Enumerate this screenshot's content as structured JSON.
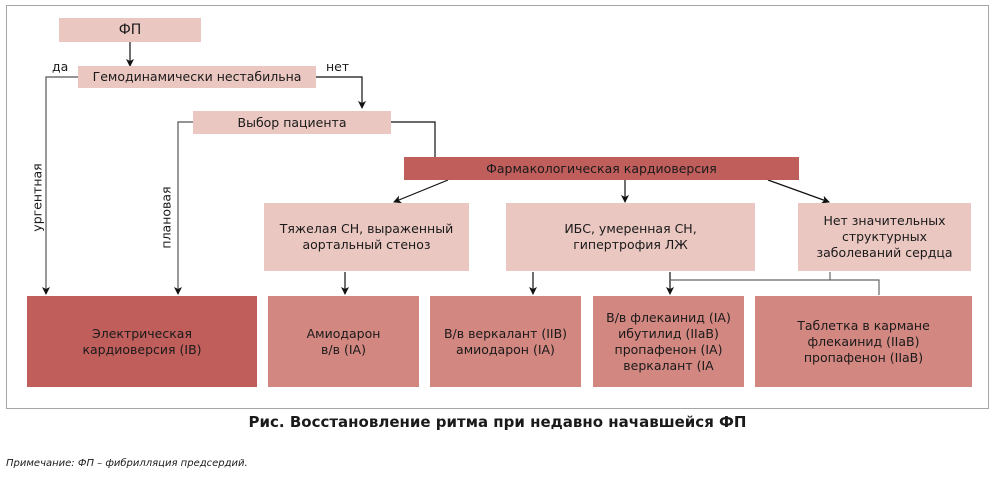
{
  "diagram": {
    "start": "ФП",
    "decision": "Гемодинамически нестабильна",
    "branch_yes": "да",
    "branch_no": "нет",
    "patient_choice": "Выбор пациента",
    "path_urgent": "ургентная",
    "path_planned": "плановая",
    "pharma": "Фармакологическая кардиоверсия",
    "conditions": [
      {
        "line1": "Тяжелая СН, выраженный",
        "line2": "аортальный стеноз",
        "line3": ""
      },
      {
        "line1": "ИБС, умеренная СН,",
        "line2": "гипертрофия ЛЖ",
        "line3": ""
      },
      {
        "line1": "Нет значительных",
        "line2": "структурных",
        "line3": "заболеваний сердца"
      }
    ],
    "outcomes": [
      {
        "lines": [
          "Электрическая",
          "кардиоверсия (IB)"
        ]
      },
      {
        "lines": [
          "Амиодарон",
          "в/в (IA)"
        ]
      },
      {
        "lines": [
          "В/в веркалант (IIB)",
          "амиодарон (IA)"
        ]
      },
      {
        "lines": [
          "В/в флекаинид (IA)",
          "ибутилид (IIaB)",
          "пропафенон (IA)",
          "веркалант (IA"
        ]
      },
      {
        "lines": [
          "Таблетка в кармане",
          "флекаинид (IIaB)",
          "пропафенон (IIaB)"
        ]
      }
    ]
  },
  "caption": "Рис. Восстановление ритма при недавно начавшейся ФП",
  "note": "Примечание: ФП – фибрилляция предсердий.",
  "colors": {
    "light": "#ebc7c1",
    "dark": "#c05e5c",
    "mid": "#d38781"
  }
}
